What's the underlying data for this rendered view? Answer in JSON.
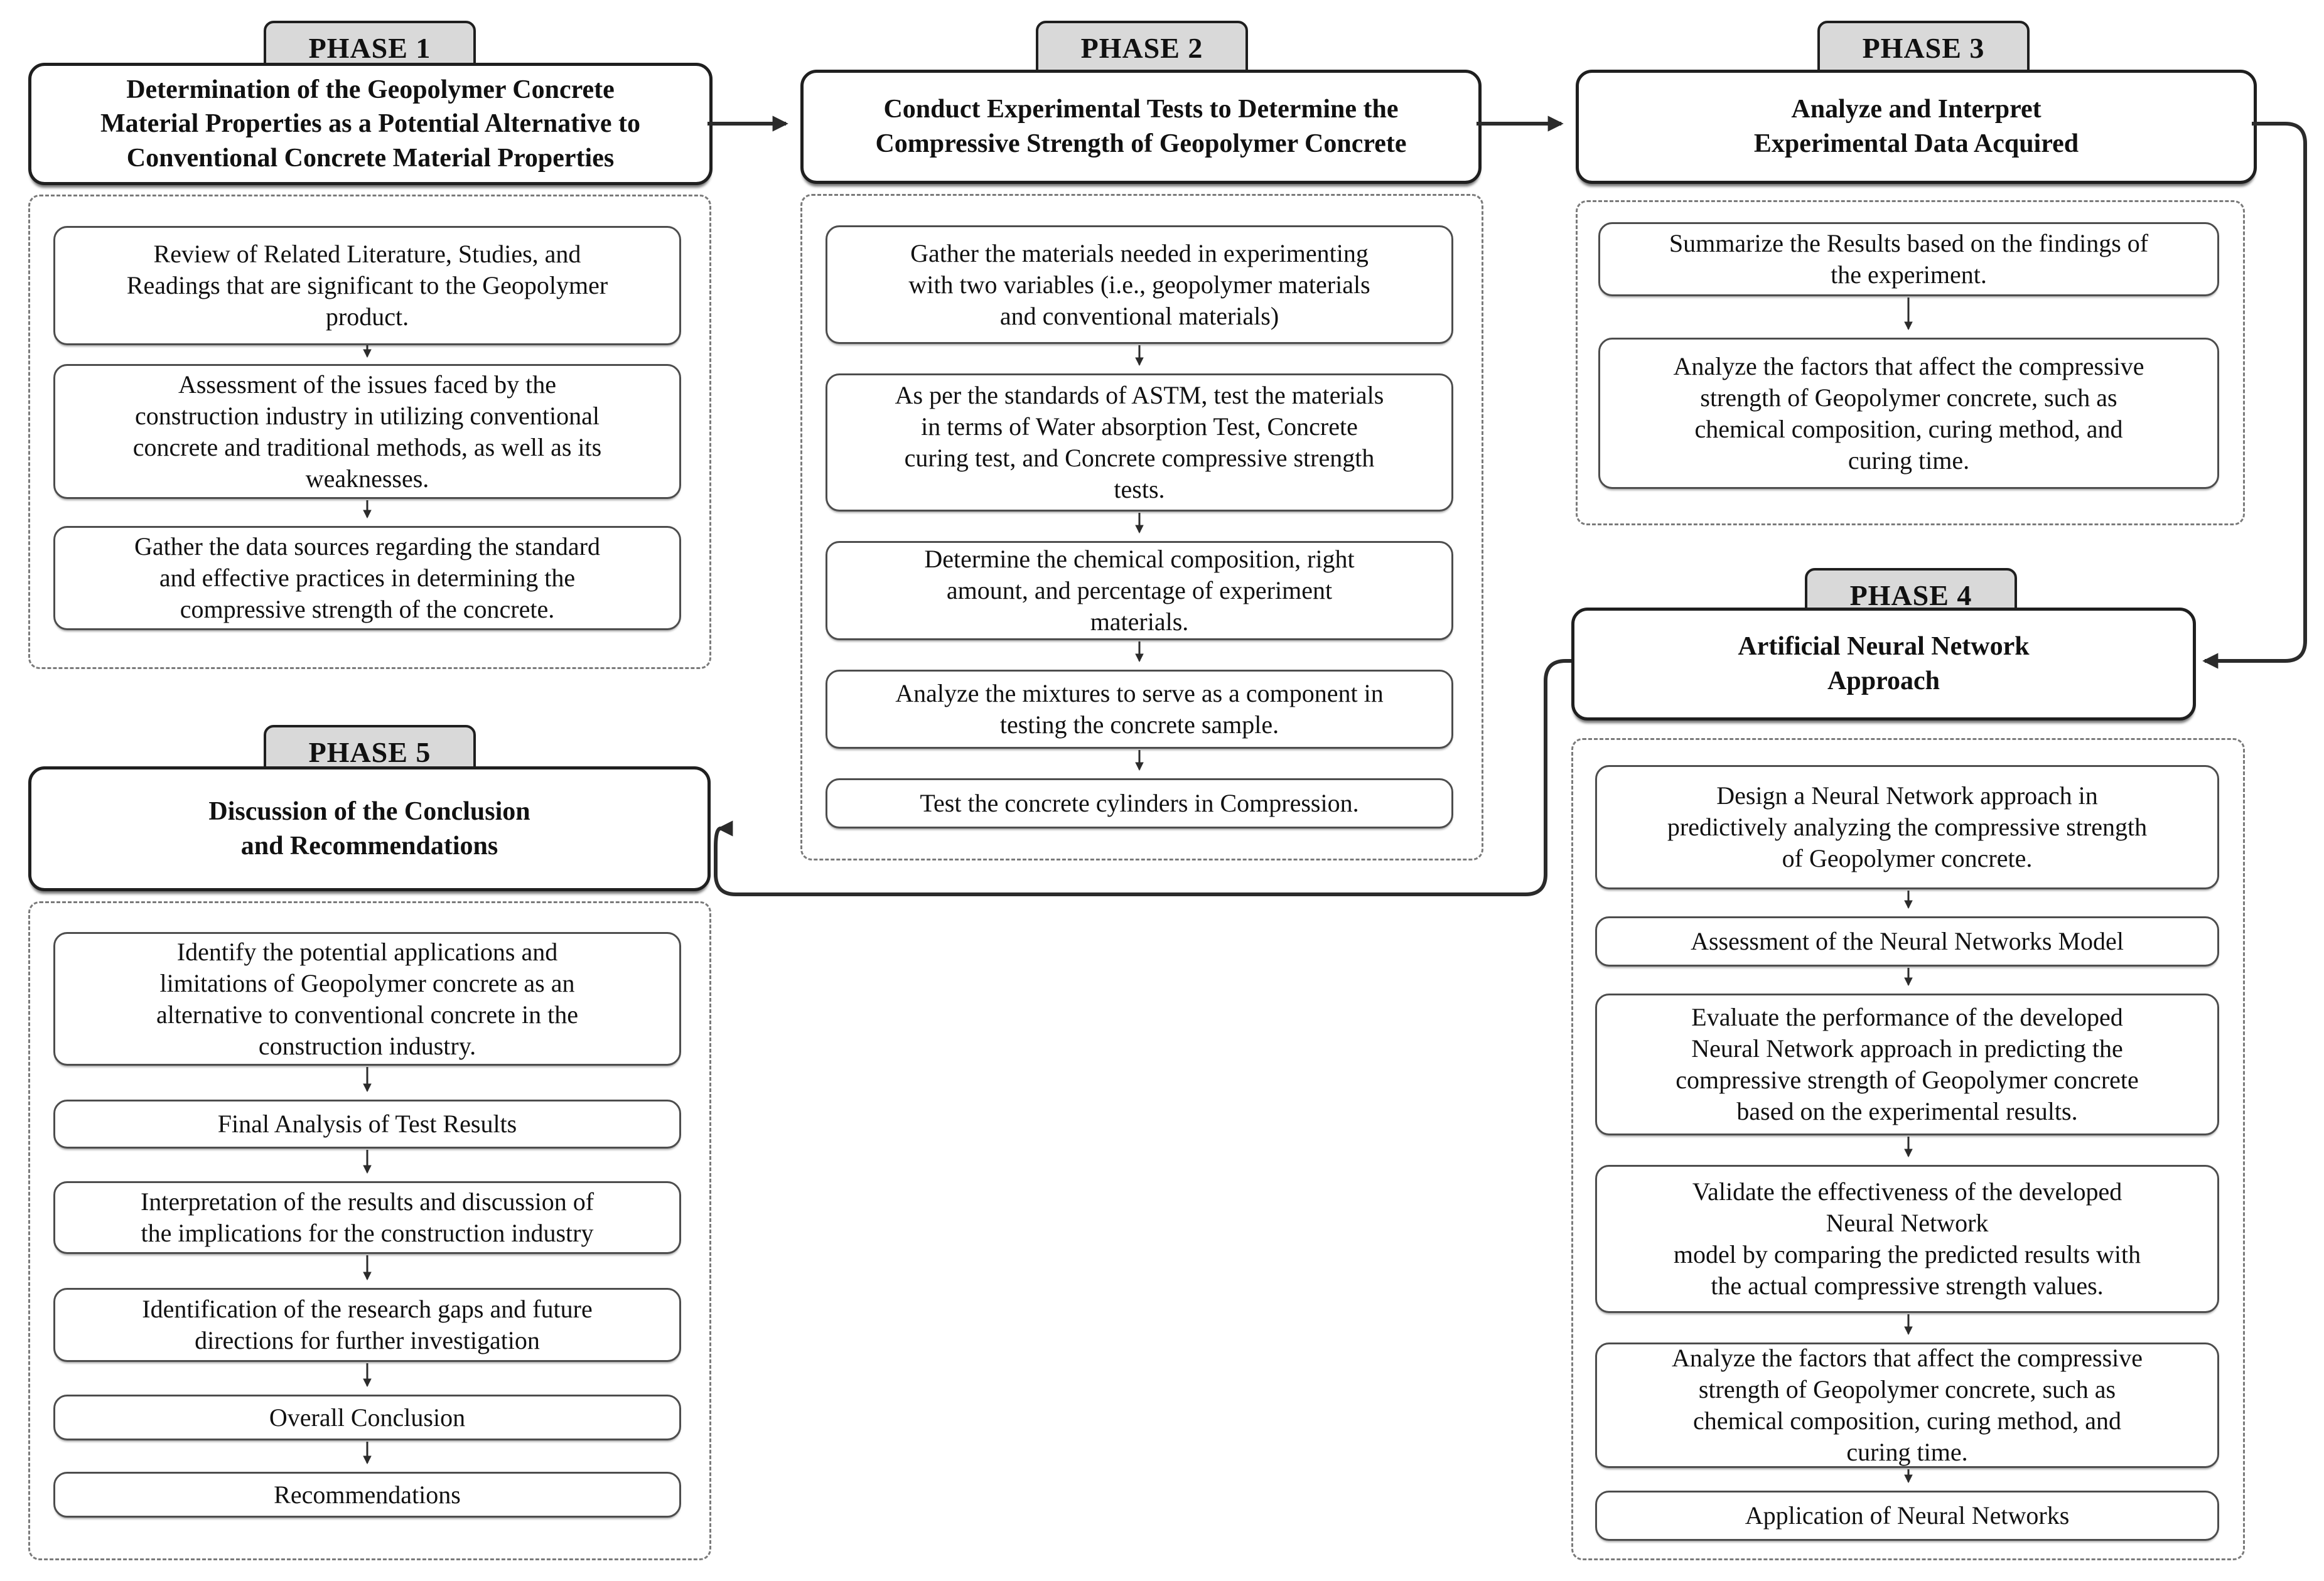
{
  "diagram": {
    "colors": {
      "tab_fill": "#d9d9d9",
      "title_border": "#1f1f1f",
      "step_border": "#4d4d4d",
      "dashed_border": "#7a7a7a",
      "connector": "#2b2b2b",
      "box_fill": "#ffffff"
    },
    "phases": [
      {
        "label": "PHASE 1",
        "title": "Determination of the Geopolymer Concrete\nMaterial Properties as a Potential Alternative to\nConventional Concrete Material Properties",
        "steps": [
          "Review of Related Literature, Studies, and\nReadings that are significant to the Geopolymer\nproduct.",
          "Assessment of the issues faced by the\nconstruction industry in utilizing conventional\nconcrete and traditional methods, as well as its\nweaknesses.",
          "Gather the data sources regarding the standard\nand effective practices in determining the\ncompressive strength of the concrete."
        ]
      },
      {
        "label": "PHASE 2",
        "title": "Conduct Experimental Tests to Determine the\nCompressive Strength of Geopolymer Concrete",
        "steps": [
          "Gather the materials needed in experimenting\nwith two variables (i.e., geopolymer materials\nand conventional materials)",
          "As per the standards of ASTM, test the materials\nin terms of Water absorption Test, Concrete\ncuring test, and Concrete compressive strength\ntests.",
          "Determine the chemical composition, right\namount, and percentage of experiment\nmaterials.",
          "Analyze the mixtures to serve as a component in\ntesting the concrete sample.",
          "Test the concrete cylinders in Compression."
        ]
      },
      {
        "label": "PHASE 3",
        "title": "Analyze and Interpret\nExperimental Data Acquired",
        "steps": [
          "Summarize the Results based on the findings of\nthe experiment.",
          "Analyze the factors that affect the compressive\nstrength of Geopolymer concrete, such as\nchemical composition, curing method, and\ncuring time."
        ]
      },
      {
        "label": "PHASE 4",
        "title": "Artificial Neural Network\nApproach",
        "steps": [
          "Design a Neural Network approach in\npredictively analyzing the compressive strength\nof Geopolymer concrete.",
          "Assessment of the Neural Networks Model",
          "Evaluate the performance of the developed\nNeural Network approach in predicting the\ncompressive strength of Geopolymer concrete\nbased on the experimental results.",
          "Validate the effectiveness of the developed\nNeural Network\nmodel by comparing the predicted results with\nthe actual compressive strength values.",
          "Analyze the factors that affect the compressive\nstrength of Geopolymer concrete, such as\nchemical composition, curing method, and\ncuring time.",
          "Application of Neural Networks"
        ]
      },
      {
        "label": "PHASE 5",
        "title": "Discussion of the Conclusion\nand Recommendations",
        "steps": [
          "Identify the potential applications and\nlimitations of Geopolymer concrete as an\nalternative to conventional concrete in the\nconstruction industry.",
          "Final Analysis of Test Results",
          "Interpretation of the results and discussion of\nthe implications for the construction industry",
          "Identification of the research gaps and future\ndirections for further investigation",
          "Overall Conclusion",
          "Recommendations"
        ]
      }
    ]
  }
}
